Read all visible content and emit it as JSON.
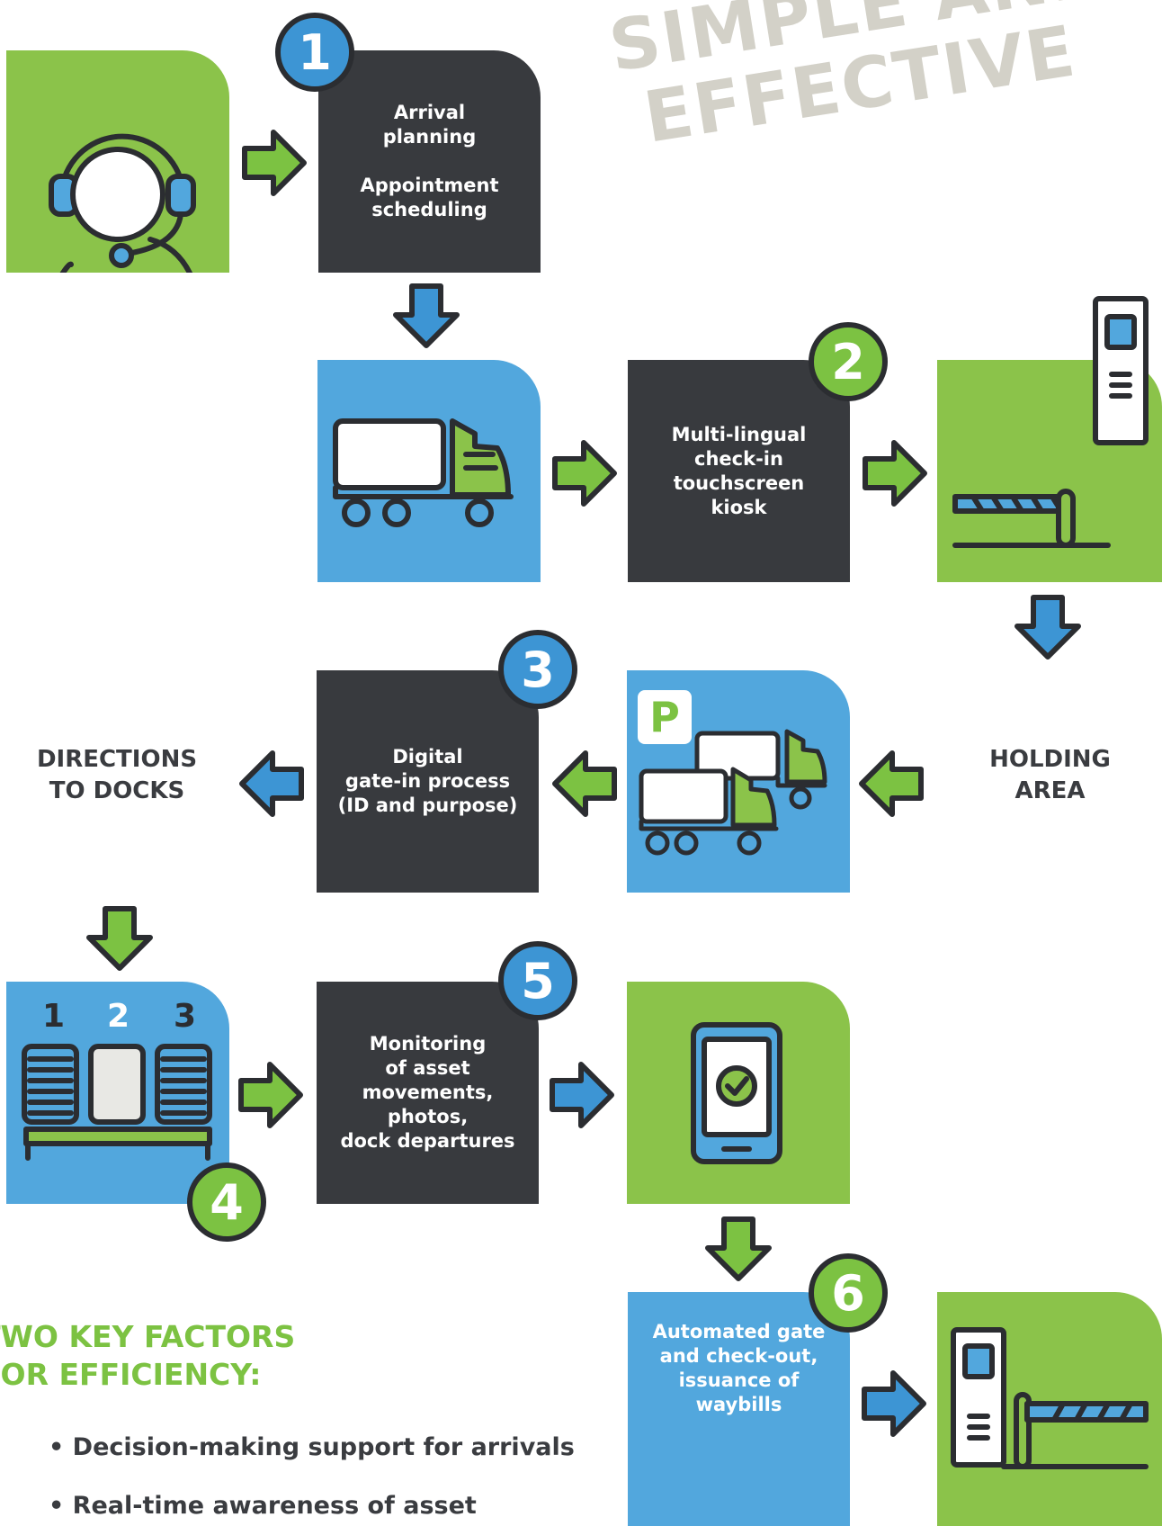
{
  "headline": {
    "line1": "SIMPLE AND",
    "line2": "EFFECTIVE"
  },
  "steps": {
    "s1": "Arrival\nplanning\n\nAppointment\nscheduling",
    "s2": "Multi-lingual\ncheck-in\ntouchscreen\nkiosk",
    "s3": "Digital\ngate-in process\n(ID and purpose)",
    "s5": "Monitoring\nof asset\nmovements,\nphotos,\ndock departures",
    "s6": "Automated gate\nand check-out,\nissuance of\nwaybills"
  },
  "badges": [
    "1",
    "2",
    "3",
    "4",
    "5",
    "6"
  ],
  "labels": {
    "holding_area": "HOLDING\nAREA",
    "directions_to_docks": "DIRECTIONS\nTO DOCKS"
  },
  "parking_letter": "P",
  "dock_numbers": [
    "1",
    "2",
    "3"
  ],
  "factors": {
    "title_line1": "TWO KEY FACTORS",
    "title_line2": "FOR EFFICIENCY:",
    "items": [
      "• Decision-making support for arrivals",
      "• Real-time awareness of asset"
    ]
  },
  "colors": {
    "green": "#8bc34a",
    "blue": "#52a7dd",
    "dark": "#383a3e",
    "headline": "#d3d1c8"
  },
  "icons": [
    "headset-operator-icon",
    "truck-icon",
    "kiosk-barrier-icon",
    "parking-trucks-icon",
    "docks-icon",
    "phone-check-icon",
    "exit-barrier-icon"
  ]
}
